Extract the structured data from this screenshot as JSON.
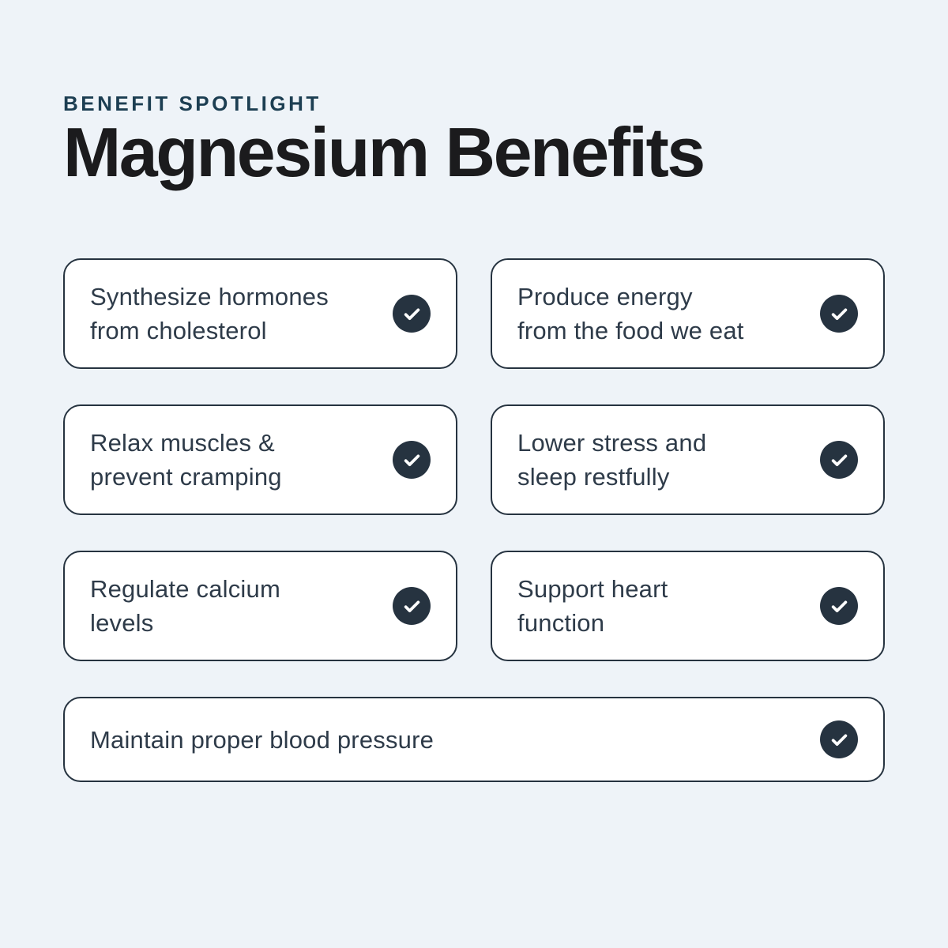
{
  "header": {
    "eyebrow": "BENEFIT SPOTLIGHT",
    "title": "Magnesium Benefits"
  },
  "colors": {
    "page_bg": "#eef3f8",
    "card_bg": "#ffffff",
    "accent": "#263340",
    "eyebrow": "#1c3e52",
    "title": "#1b1b1d",
    "card_text": "#2e3b49",
    "check_mark": "#ffffff"
  },
  "benefits": [
    {
      "lines": [
        "Synthesize hormones",
        "from cholesterol"
      ],
      "checked": true,
      "full_width": false
    },
    {
      "lines": [
        "Produce energy",
        "from the food we eat"
      ],
      "checked": true,
      "full_width": false
    },
    {
      "lines": [
        "Relax muscles &",
        "prevent cramping"
      ],
      "checked": true,
      "full_width": false
    },
    {
      "lines": [
        "Lower stress and",
        "sleep restfully"
      ],
      "checked": true,
      "full_width": false
    },
    {
      "lines": [
        "Regulate calcium",
        "levels"
      ],
      "checked": true,
      "full_width": false
    },
    {
      "lines": [
        "Support heart",
        "function"
      ],
      "checked": true,
      "full_width": false
    },
    {
      "lines": [
        "Maintain proper blood pressure"
      ],
      "checked": true,
      "full_width": true
    }
  ]
}
